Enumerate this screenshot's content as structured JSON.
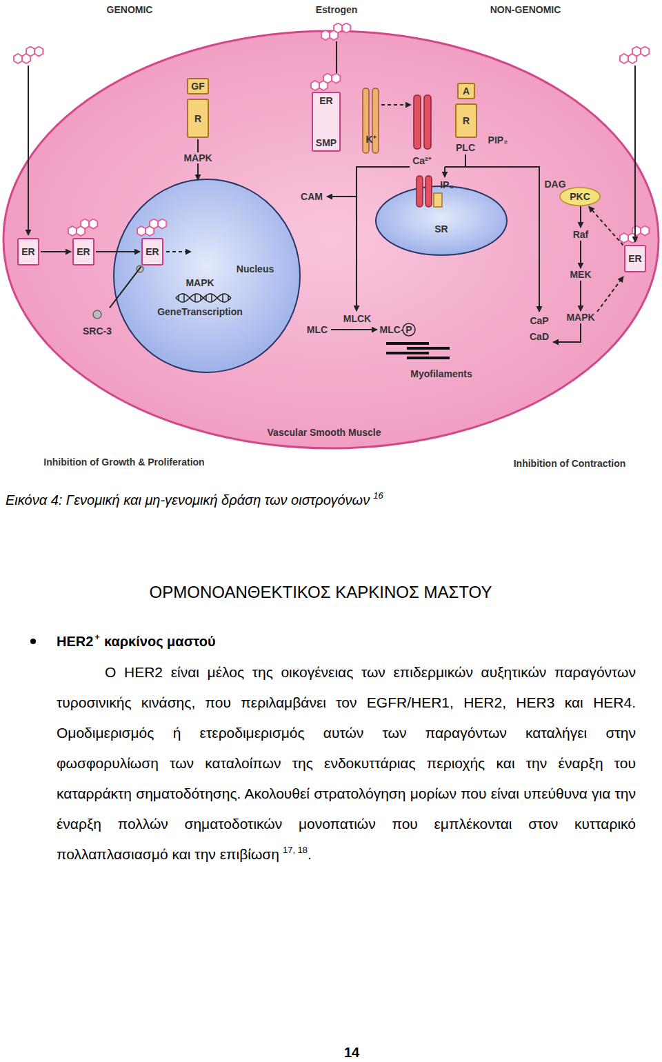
{
  "diagram": {
    "caption": "Εικόνα 4: Γενομική και μη-γενομική δράση των οιστρογόνων",
    "nodes": [
      {
        "text": [
          "Vascular Smooth Muscle"
        ]
      },
      {
        "text": [
          "Nucleus",
          "MAPK",
          "GeneTranscription"
        ],
        "in": 0
      },
      {
        "text": [
          "ER"
        ],
        "in": 0
      },
      {
        "text": [
          "ER"
        ],
        "in": 0
      },
      {
        "text": [
          "ER"
        ],
        "in": 1
      },
      {
        "text": [
          "GF"
        ],
        "in": 0
      },
      {
        "text": [
          "R"
        ],
        "in": 0
      },
      {
        "text": [
          "ER",
          "SMP"
        ],
        "in": 0
      },
      {
        "text": [
          "A"
        ],
        "in": 0
      },
      {
        "text": [
          "R"
        ],
        "in": 0
      },
      {
        "text": [
          "PKC"
        ],
        "in": 0
      },
      {
        "text": [
          "SR"
        ],
        "in": 0
      },
      {
        "text": [
          "ER"
        ],
        "in": 0
      },
      {
        "text": [
          "SRC-3"
        ],
        "in": 0
      }
    ],
    "edges": [
      {
        "from": 6,
        "to": 1,
        "arrow": "to",
        "label": "MAPK"
      },
      {
        "from": 2,
        "to": 3,
        "arrow": "to"
      },
      {
        "from": 3,
        "to": 4,
        "arrow": "to"
      },
      {
        "from": 4,
        "to": 13,
        "arrow": "none"
      },
      {
        "from": 12,
        "to": 10,
        "arrow": "to"
      }
    ],
    "labels": [
      "GENOMIC",
      "Estrogen",
      "NON-GENOMIC",
      "K⁺",
      "Ca²⁺",
      "PLC",
      "PIP₂",
      "IP₃",
      "CAM",
      "DAG",
      "Raf",
      "MEK",
      "MAPK",
      "CaP",
      "CaD",
      "MLC",
      "MLCK",
      "MLC-",
      "P",
      "Myofilaments",
      "Inhibition of Growth & Proliferation",
      "Inhibition of Contraction",
      "16",
      "ΟΡΜΟΝΟΑΝΘΕΚΤΙΚΟΣ ΚΑΡΚΙΝΟΣ ΜΑΣΤΟΥ",
      "HER2",
      "+",
      "καρκίνος μαστού",
      "Ο HER2 είναι μέλος της οικογένειας των επιδερμικών αυξητικών παραγόντων τυροσινικής κινάσης, που περιλαμβάνει τον EGFR/HER1, HER2, HER3 και HER4. Ομοδιμερισμός ή ετεροδιμερισμός αυτών των παραγόντων καταλήγει στην φωσφορυλίωση των καταλοίπων της ενδοκυττάριας περιοχής και την έναρξη του καταρράκτη σηματοδότησης. Ακολουθεί στρατολόγηση μορίων που είναι υπεύθυνα για την έναρξη πολλών σηματοδοτικών μονοπατιών που εμπλέκονται στον κυτταρικό πολλαπλασιασμό και την επιβίωση",
      "17, 18",
      ".",
      "14"
    ]
  }
}
